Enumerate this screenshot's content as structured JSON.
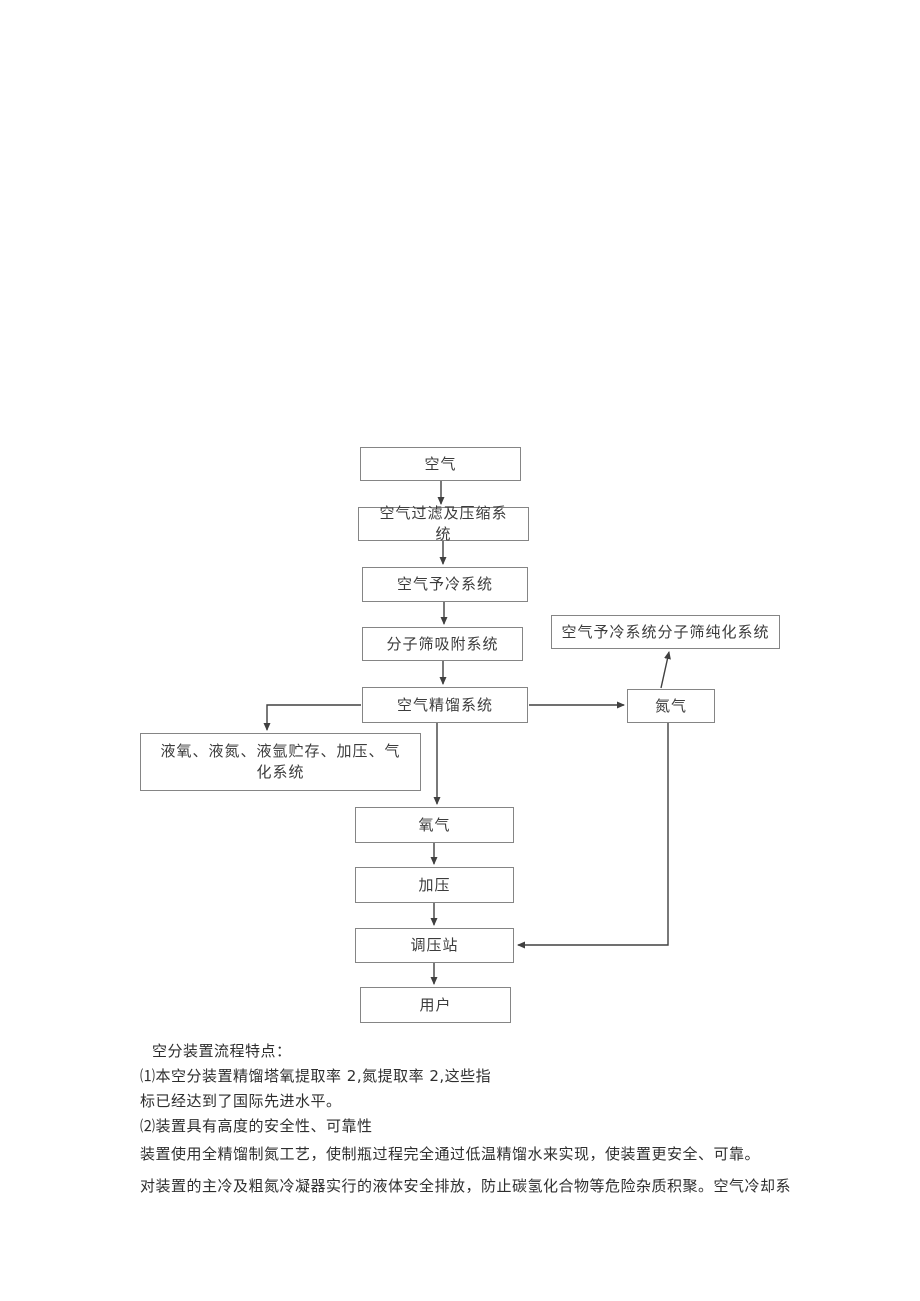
{
  "flowchart": {
    "nodes": [
      {
        "id": "air",
        "label": "空气"
      },
      {
        "id": "filter",
        "label": "空气过滤及压缩系统"
      },
      {
        "id": "precool",
        "label": "空气予冷系统"
      },
      {
        "id": "sieve",
        "label": "分子筛吸附系统"
      },
      {
        "id": "distill",
        "label": "空气精馏系统"
      },
      {
        "id": "purify",
        "label": "空气予冷系统分子筛纯化系统"
      },
      {
        "id": "nitrogen",
        "label": "氮气"
      },
      {
        "id": "storage",
        "label": "液氧、液氮、液氩贮存、加压、气化系统"
      },
      {
        "id": "oxygen",
        "label": "氧气"
      },
      {
        "id": "pressurize",
        "label": "加压"
      },
      {
        "id": "regulator",
        "label": "调压站"
      },
      {
        "id": "user",
        "label": "用户"
      }
    ]
  },
  "notes": {
    "title": "空分装置流程特点：",
    "lines": [
      "⑴本空分装置精馏塔氧提取率 2,氮提取率 2,这些指",
      "标已经达到了国际先进水平。",
      "⑵装置具有高度的安全性、可靠性",
      "装置使用全精馏制氮工艺，使制瓶过程完全通过低温精馏水来实现，使装置更安全、可靠。",
      "对装置的主冷及粗氮冷凝器实行的液体安全排放，防止碳氢化合物等危险杂质积聚。空气冷却系"
    ]
  },
  "colors": {
    "box_border": "#858585",
    "text": "#3c3c3c",
    "arrow": "#404040",
    "background": "#ffffff"
  }
}
